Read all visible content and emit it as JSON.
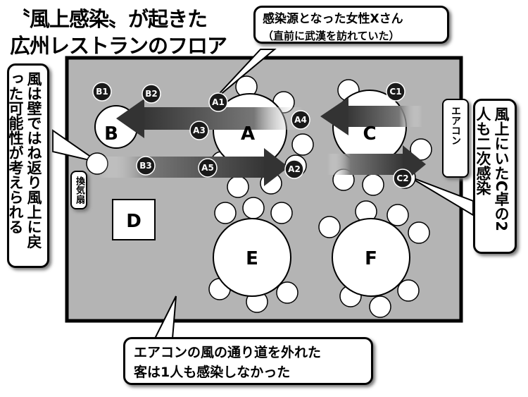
{
  "title": {
    "line1": "〝風上感染〟が起きた",
    "line2": "広州レストランのフロア"
  },
  "callouts": {
    "source_line1": "感染源となった女性Xさん",
    "source_line2": "（直前に武漢を訪れていた）",
    "left_note": "風は壁ではね返り風上に戻った可能性が考えられる",
    "right_note": "風上にいたC卓の2人も二次感染",
    "bottom_line1": "エアコンの風の通り道を外れた",
    "bottom_line2": "客は1人も感染しなかった"
  },
  "labels": {
    "ventilation_fan": "換気扇",
    "air_conditioner": "エアコン"
  },
  "tables": {
    "A": "A",
    "B": "B",
    "C": "C",
    "D": "D",
    "E": "E",
    "F": "F"
  },
  "seats": {
    "B1": "B1",
    "B2": "B2",
    "B3": "B3",
    "A1": "A1",
    "A2": "A2",
    "A3": "A3",
    "A4": "A4",
    "A5": "A5",
    "C1": "C1",
    "C2": "C2"
  },
  "colors": {
    "floor": "#b4b4b4",
    "arrow": "#404040",
    "seat_marker": "#1a1a1a"
  }
}
